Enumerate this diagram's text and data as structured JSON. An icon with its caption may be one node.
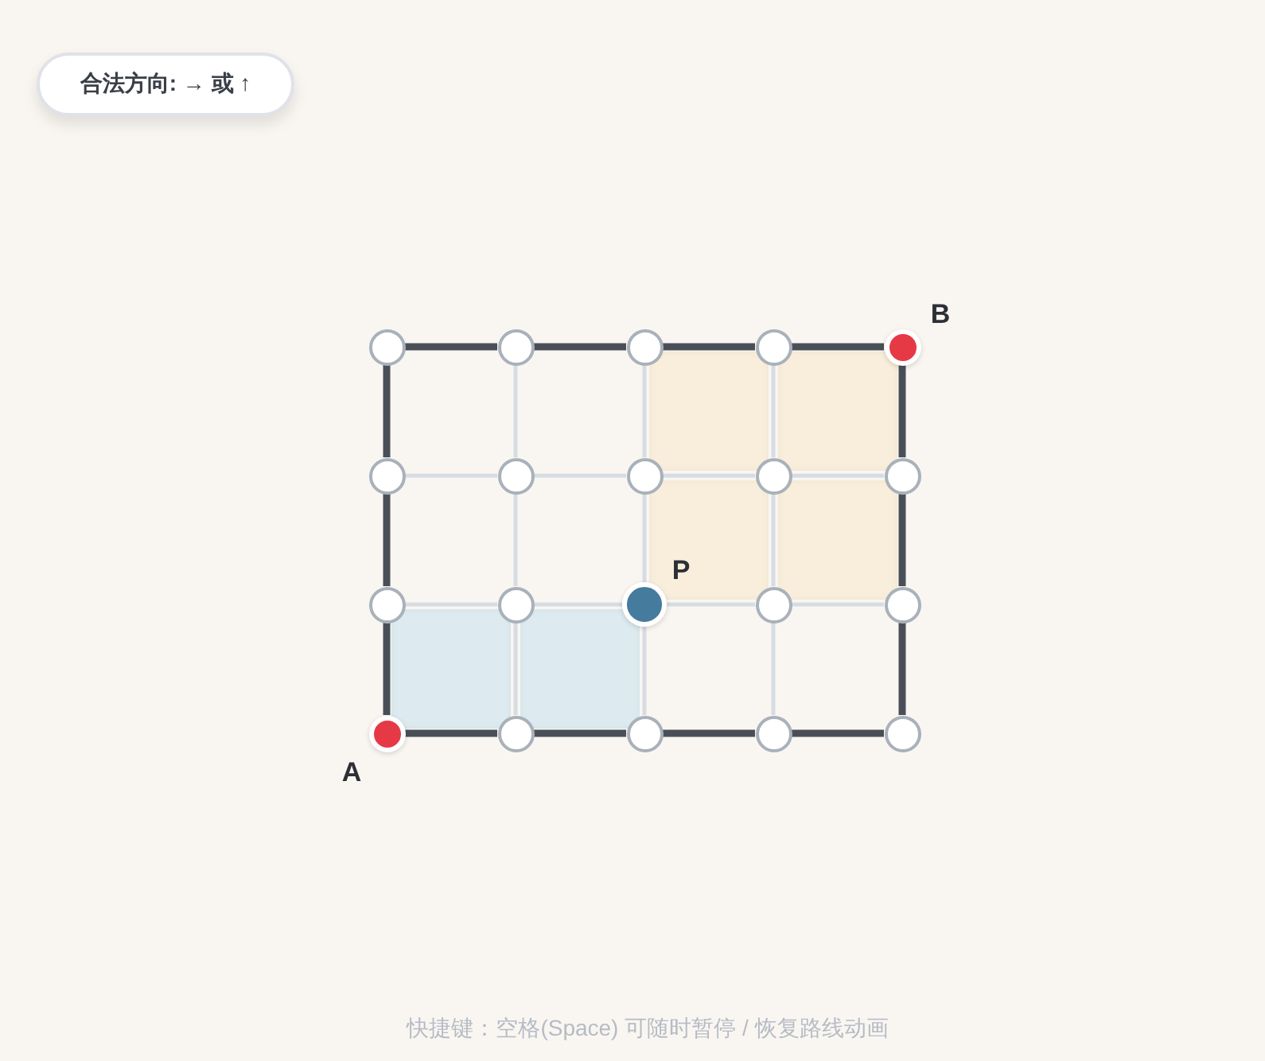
{
  "diagram": {
    "nodes": [
      {
        "text": [
          "合法方向: → 或 ↑"
        ]
      },
      {
        "text": [],
        "shape": "circle"
      },
      {
        "text": [],
        "shape": "circle"
      },
      {
        "text": [],
        "shape": "circle"
      },
      {
        "text": [],
        "shape": "circle"
      },
      {
        "text": [],
        "shape": "circle",
        "beside": [
          "B"
        ]
      },
      {
        "text": [],
        "shape": "circle"
      },
      {
        "text": [],
        "shape": "circle"
      },
      {
        "text": [],
        "shape": "circle"
      },
      {
        "text": [],
        "shape": "circle"
      },
      {
        "text": [],
        "shape": "circle"
      },
      {
        "text": [],
        "shape": "circle"
      },
      {
        "text": [],
        "shape": "circle"
      },
      {
        "text": [],
        "shape": "circle",
        "beside": [
          "P"
        ]
      },
      {
        "text": [],
        "shape": "circle"
      },
      {
        "text": [],
        "shape": "circle"
      },
      {
        "text": [],
        "shape": "circle",
        "beside": [
          "A"
        ]
      },
      {
        "text": [],
        "shape": "circle"
      },
      {
        "text": [],
        "shape": "circle"
      },
      {
        "text": [],
        "shape": "circle"
      },
      {
        "text": [],
        "shape": "circle"
      },
      {
        "text": [],
        "shape": "box"
      },
      {
        "text": [],
        "shape": "box"
      },
      {
        "text": [],
        "shape": "box"
      },
      {
        "text": [],
        "shape": "box"
      },
      {
        "text": [],
        "shape": "box"
      },
      {
        "text": [],
        "shape": "box"
      }
    ],
    "edges": [
      {
        "from": 1,
        "to": 2,
        "arrow": "none",
        "style": "thick",
        "color": "#4a4f57"
      },
      {
        "from": 2,
        "to": 3,
        "arrow": "none",
        "style": "thick",
        "color": "#4a4f57"
      },
      {
        "from": 3,
        "to": 4,
        "arrow": "none",
        "style": "thick",
        "color": "#4a4f57"
      },
      {
        "from": 4,
        "to": 5,
        "arrow": "none",
        "style": "thick",
        "color": "#4a4f57"
      },
      {
        "from": 6,
        "to": 7,
        "arrow": "none"
      },
      {
        "from": 7,
        "to": 8,
        "arrow": "none"
      },
      {
        "from": 8,
        "to": 9,
        "arrow": "none"
      },
      {
        "from": 9,
        "to": 10,
        "arrow": "none"
      },
      {
        "from": 11,
        "to": 12,
        "arrow": "none"
      },
      {
        "from": 12,
        "to": 13,
        "arrow": "none"
      },
      {
        "from": 13,
        "to": 14,
        "arrow": "none"
      },
      {
        "from": 14,
        "to": 15,
        "arrow": "none"
      },
      {
        "from": 16,
        "to": 17,
        "arrow": "none",
        "style": "thick",
        "color": "#4a4f57"
      },
      {
        "from": 17,
        "to": 18,
        "arrow": "none",
        "style": "thick",
        "color": "#4a4f57"
      },
      {
        "from": 18,
        "to": 19,
        "arrow": "none",
        "style": "thick",
        "color": "#4a4f57"
      },
      {
        "from": 19,
        "to": 20,
        "arrow": "none",
        "style": "thick",
        "color": "#4a4f57"
      },
      {
        "from": 1,
        "to": 6,
        "arrow": "none",
        "style": "thick",
        "color": "#4a4f57"
      },
      {
        "from": 6,
        "to": 11,
        "arrow": "none",
        "style": "thick",
        "color": "#4a4f57"
      },
      {
        "from": 11,
        "to": 16,
        "arrow": "none",
        "style": "thick",
        "color": "#4a4f57"
      },
      {
        "from": 2,
        "to": 7,
        "arrow": "none"
      },
      {
        "from": 7,
        "to": 12,
        "arrow": "none"
      },
      {
        "from": 12,
        "to": 17,
        "arrow": "none"
      },
      {
        "from": 3,
        "to": 8,
        "arrow": "none"
      },
      {
        "from": 8,
        "to": 13,
        "arrow": "none"
      },
      {
        "from": 13,
        "to": 18,
        "arrow": "none"
      },
      {
        "from": 4,
        "to": 9,
        "arrow": "none"
      },
      {
        "from": 9,
        "to": 14,
        "arrow": "none"
      },
      {
        "from": 14,
        "to": 19,
        "arrow": "none"
      },
      {
        "from": 5,
        "to": 10,
        "arrow": "none",
        "style": "thick",
        "color": "#4a4f57"
      },
      {
        "from": 10,
        "to": 15,
        "arrow": "none",
        "style": "thick",
        "color": "#4a4f57"
      },
      {
        "from": 15,
        "to": 20,
        "arrow": "none",
        "style": "thick",
        "color": "#4a4f57"
      }
    ],
    "labels": [
      "快捷键：空格(Space) 可随时暂停 / 恢复路线动画"
    ]
  }
}
